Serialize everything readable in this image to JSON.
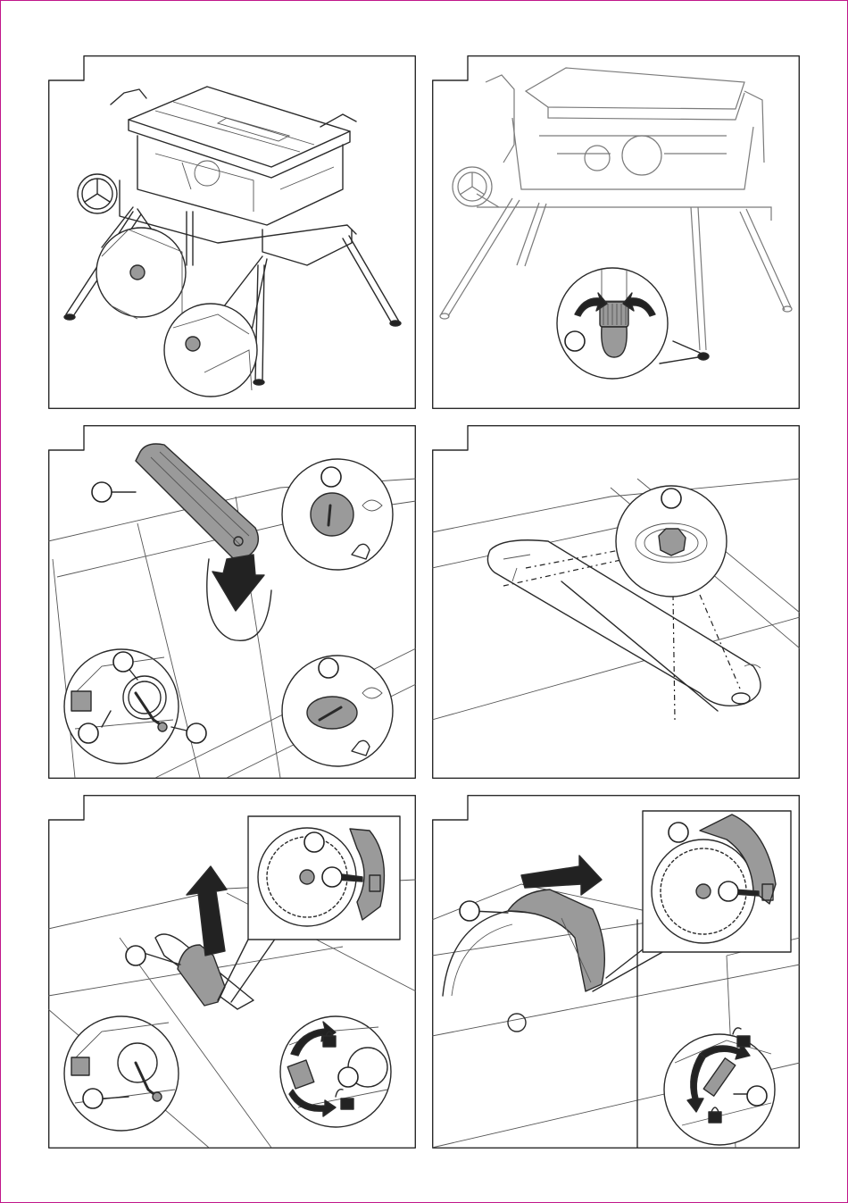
{
  "page": {
    "border_color": "#c0178a",
    "line_color": "#2a2a2a",
    "callout_numbers": [
      "",
      "",
      "",
      "",
      "",
      "",
      "",
      "",
      "",
      "",
      "",
      "",
      "",
      "",
      ""
    ]
  },
  "panels": [
    {
      "id": 1,
      "subject": "saw-on-stand-with-leg-pins"
    },
    {
      "id": 2,
      "subject": "leveling-foot-adjustment"
    },
    {
      "id": 3,
      "subject": "throat-plate-insert-and-lock"
    },
    {
      "id": 4,
      "subject": "throat-plate-leveling-screw"
    },
    {
      "id": 5,
      "subject": "riving-knife-removal"
    },
    {
      "id": 6,
      "subject": "riving-knife-installation"
    }
  ]
}
